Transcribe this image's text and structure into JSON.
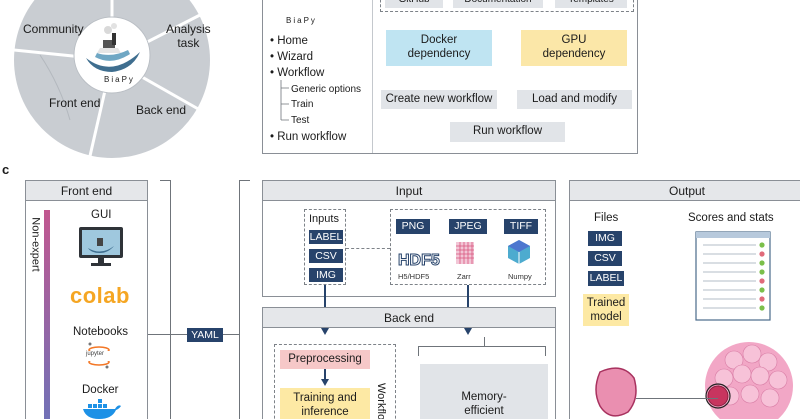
{
  "colors": {
    "navy": "#27436b",
    "light_gray": "#e1e4e8",
    "docker_blue": "#bfe4f2",
    "gpu_yellow": "#fbe7a8",
    "preprocessing_pink": "#f6c8c8",
    "training_yellow": "#fde9a4",
    "wheel_gray": "#c9cdd2",
    "colab_orange": "#f5a623"
  },
  "panel_b": {
    "top_buttons": [
      "GitHub",
      "Documentation",
      "Templates"
    ],
    "logo_text": "BiaPy",
    "menu": {
      "home": "Home",
      "wizard": "Wizard",
      "workflow": "Workflow",
      "generic_options": "Generic options",
      "train": "Train",
      "test": "Test",
      "run_workflow": "Run workflow"
    },
    "docker_dependency": "Docker\ndependency",
    "gpu_dependency": "GPU\ndependency",
    "create_new_workflow": "Create new workflow",
    "load_and_modify": "Load and modify",
    "run_workflow_button": "Run workflow"
  },
  "panel_a": {
    "community": "Community",
    "analysis_task": "Analysis\ntask",
    "front_end": "Front end",
    "back_end": "Back end",
    "logo_text": "BiaPy"
  },
  "panel_c": {
    "label": "c",
    "front_end": {
      "title": "Front end",
      "non_expert": "Non-expert",
      "gui": "GUI",
      "colab": "colab",
      "notebooks": "Notebooks",
      "jupyter": "jupyter",
      "docker": "Docker"
    },
    "yaml": "YAML",
    "input": {
      "title": "Input",
      "inputs_label": "Inputs",
      "inputs": [
        "LABEL",
        "CSV",
        "IMG"
      ],
      "formats": [
        "PNG",
        "JPEG",
        "TIFF"
      ],
      "captions": [
        "H5/HDF5",
        "Zarr",
        "Numpy"
      ]
    },
    "back_end": {
      "title": "Back end",
      "preprocessing": "Preprocessing",
      "training": "Training and\ninference",
      "workflow_vertical": "Workflow",
      "memory": "Memory-\nefficient"
    },
    "output": {
      "title": "Output",
      "files_label": "Files",
      "files": [
        "IMG",
        "CSV",
        "LABEL"
      ],
      "trained_model": "Trained\nmodel",
      "scores": "Scores and stats"
    }
  }
}
